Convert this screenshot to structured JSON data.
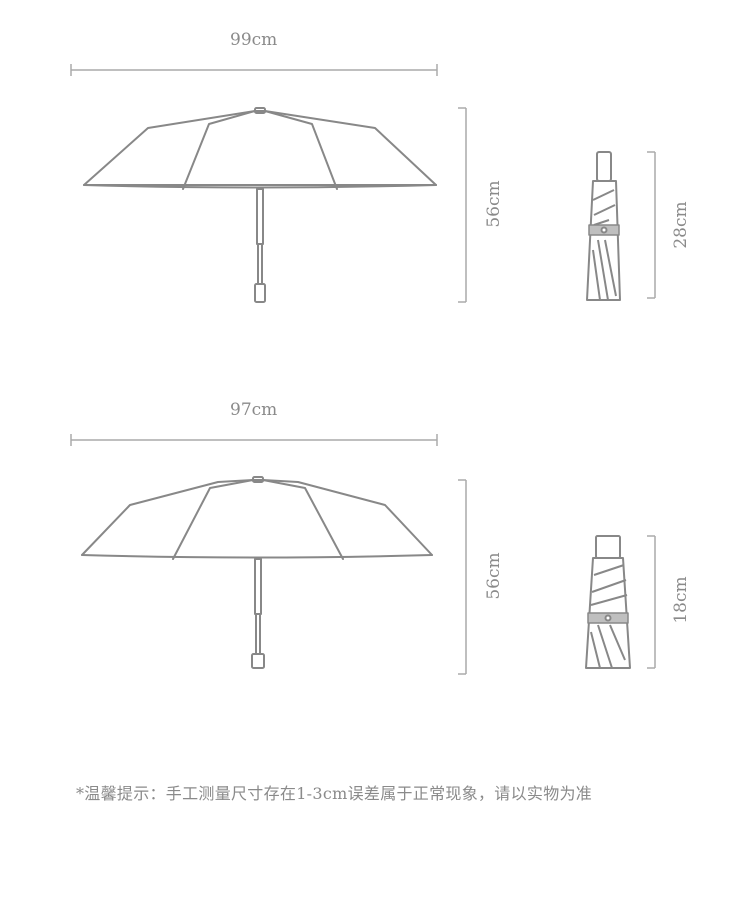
{
  "diagrams": [
    {
      "open_width": "99cm",
      "open_height": "56cm",
      "folded_length": "28cm"
    },
    {
      "open_width": "97cm",
      "open_height": "56cm",
      "folded_length": "18cm"
    }
  ],
  "footer_note": "*温馨提示：手工测量尺寸存在1-3cm误差属于正常现象，请以实物为准",
  "colors": {
    "line": "#888888",
    "dimension": "#aaaaaa",
    "band": "#bfbfbf"
  }
}
